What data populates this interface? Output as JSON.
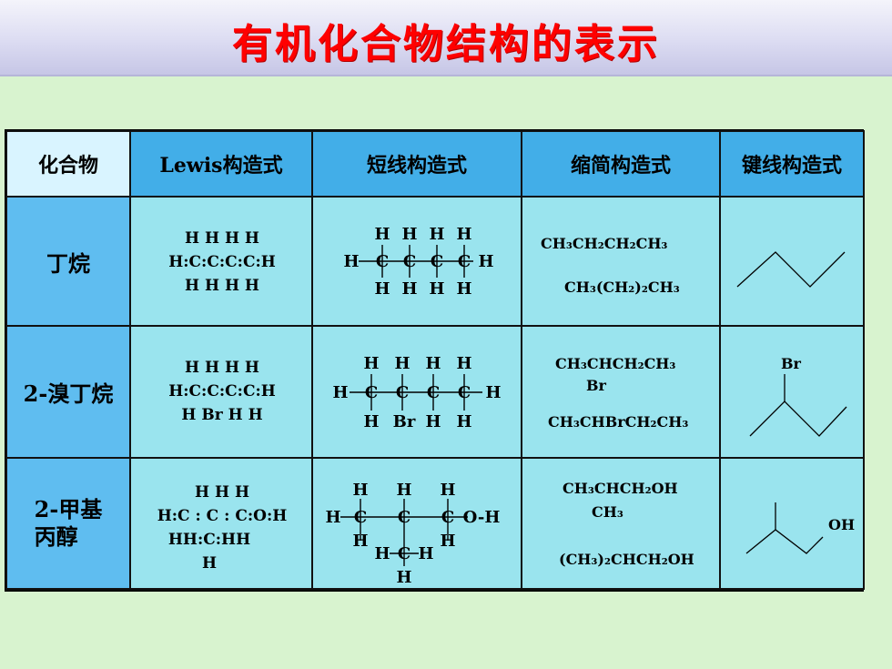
{
  "title": "有机化合物结构的表示",
  "columns": [
    "化合物",
    "Lewis构造式",
    "短线构造式",
    "缩简构造式",
    "键线构造式"
  ],
  "rows": [
    {
      "compound": "丁烷",
      "lewis": {
        "top": "H  H  H  H",
        "mid": "H:C:C:C:C:H",
        "bottom": "H  H  H  H"
      },
      "condensed": [
        "CH₃CH₂CH₂CH₃",
        "CH₃(CH₂)₂CH₃"
      ]
    },
    {
      "compound": "2-溴丁烷",
      "lewis": {
        "top": "H  H  H  H",
        "mid": "H:C:C:C:C:H",
        "bottom": "H Br H  H"
      },
      "condensed": [
        "CH₃CHCH₂CH₃",
        "Br",
        "CH₃CHBrCH₂CH₃"
      ],
      "skeletal_label": "Br"
    },
    {
      "compound_line1": "2-甲基",
      "compound_line2": "丙醇",
      "lewis": {
        "top": "H    H    H",
        "mid": "H:C : C : C:O:H",
        "bottom": "HH:C:HH",
        "extra": "H"
      },
      "condensed": [
        "CH₃CHCH₂OH",
        "CH₃",
        "(CH₃)₂CHCH₂OH"
      ],
      "skeletal_label": "OH"
    }
  ],
  "atoms": {
    "H": "H",
    "C": "C",
    "Br": "Br",
    "O": "O",
    "OH": "O-H"
  },
  "colors": {
    "title": "#ff0000",
    "header": "#42aee8",
    "cell": "#9ae4ee",
    "rowhead": "#5fbdf0",
    "background": "#d8f3cf"
  }
}
